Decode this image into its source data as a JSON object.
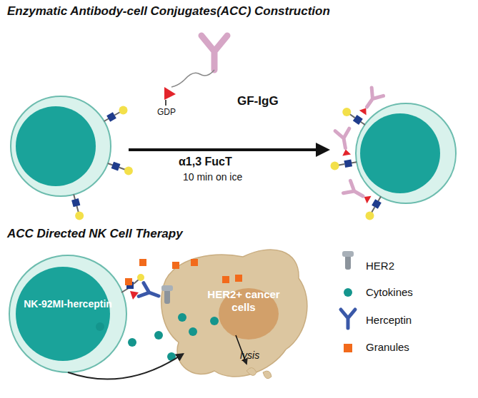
{
  "diagram": {
    "title": "Enzymatic Antibody-cell Conjugates(ACC) Construction",
    "nodes": [
      {
        "text": [
          "NK-92MI-herceptin"
        ]
      },
      {
        "text": [
          "HER2+ cancer cells"
        ]
      }
    ],
    "edges": [
      {
        "from": 0,
        "to": 1,
        "arrow": "to"
      }
    ],
    "labels": [
      "GDP",
      "GF-IgG",
      "α1,3 FucT",
      "10 min on ice",
      "ACC Directed NK Cell Therapy",
      "lysis"
    ],
    "legend": [
      {
        "text": "HER2"
      },
      {
        "text": "Cytokines",
        "color": "#14958d"
      },
      {
        "text": "Herceptin"
      },
      {
        "text": "Granules",
        "color": "#f26a1b"
      }
    ]
  }
}
